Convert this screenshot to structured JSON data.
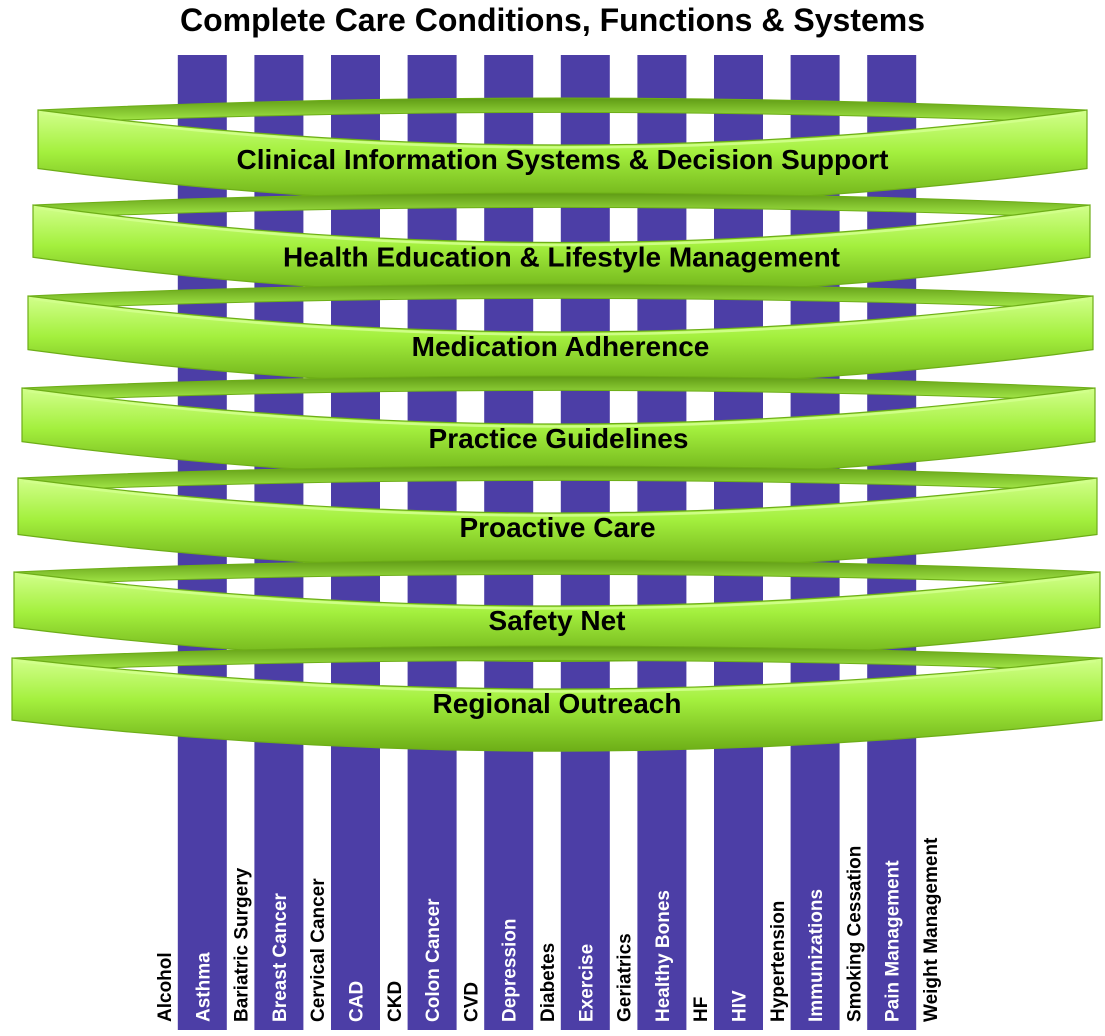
{
  "title": "Complete Care Conditions, Functions & Systems",
  "colors": {
    "stripe_purple": "#4c3ea6",
    "ring_green": "#a4f03e",
    "ring_green_dark": "#6dae17",
    "ring_green_light": "#d2ff8c",
    "text": "#000000",
    "stripe_text": "#ffffff"
  },
  "conditions": [
    {
      "label": "Alcohol",
      "style": "plain"
    },
    {
      "label": "Asthma",
      "style": "stripe"
    },
    {
      "label": "Bariatric Surgery",
      "style": "plain"
    },
    {
      "label": "Breast Cancer",
      "style": "stripe"
    },
    {
      "label": "Cervical Cancer",
      "style": "plain"
    },
    {
      "label": "CAD",
      "style": "stripe"
    },
    {
      "label": "CKD",
      "style": "plain"
    },
    {
      "label": "Colon Cancer",
      "style": "stripe"
    },
    {
      "label": "CVD",
      "style": "plain"
    },
    {
      "label": "Depression",
      "style": "stripe"
    },
    {
      "label": "Diabetes",
      "style": "plain"
    },
    {
      "label": "Exercise",
      "style": "stripe"
    },
    {
      "label": "Geriatrics",
      "style": "plain"
    },
    {
      "label": "Healthy Bones",
      "style": "stripe"
    },
    {
      "label": "HF",
      "style": "plain"
    },
    {
      "label": "HIV",
      "style": "stripe"
    },
    {
      "label": "Hypertension",
      "style": "plain"
    },
    {
      "label": "Immunizations",
      "style": "stripe"
    },
    {
      "label": "Smoking Cessation",
      "style": "plain"
    },
    {
      "label": "Pain Management",
      "style": "stripe"
    },
    {
      "label": "Weight Management",
      "style": "plain"
    }
  ],
  "rings": [
    {
      "label": "Clinical Information Systems & Decision Support"
    },
    {
      "label": "Health Education & Lifestyle Management"
    },
    {
      "label": "Medication Adherence"
    },
    {
      "label": "Practice Guidelines"
    },
    {
      "label": "Proactive Care"
    },
    {
      "label": "Safety Net"
    },
    {
      "label": "Regional Outreach"
    }
  ]
}
